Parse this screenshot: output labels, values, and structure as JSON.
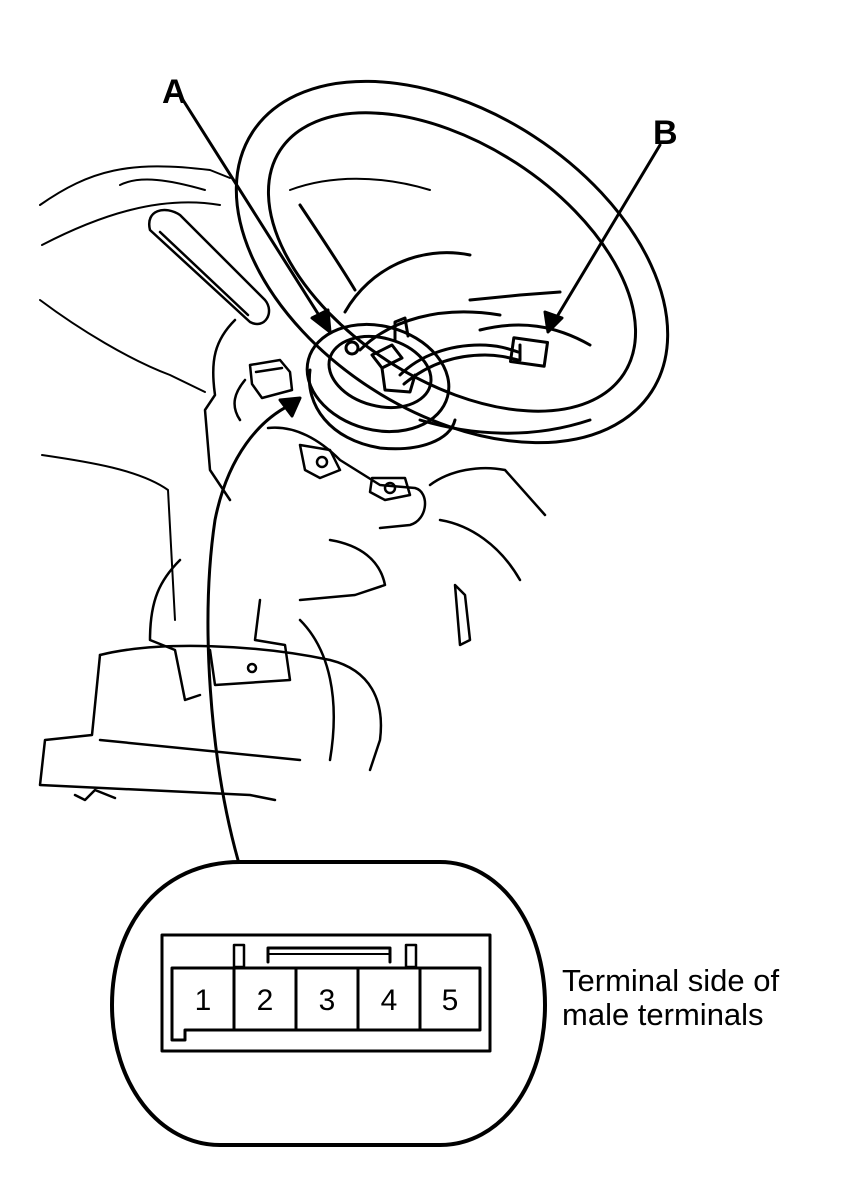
{
  "callouts": {
    "a": "A",
    "b": "B"
  },
  "connector": {
    "pins": [
      "1",
      "2",
      "3",
      "4",
      "5"
    ],
    "caption_line1": "Terminal side of",
    "caption_line2": "male terminals"
  }
}
